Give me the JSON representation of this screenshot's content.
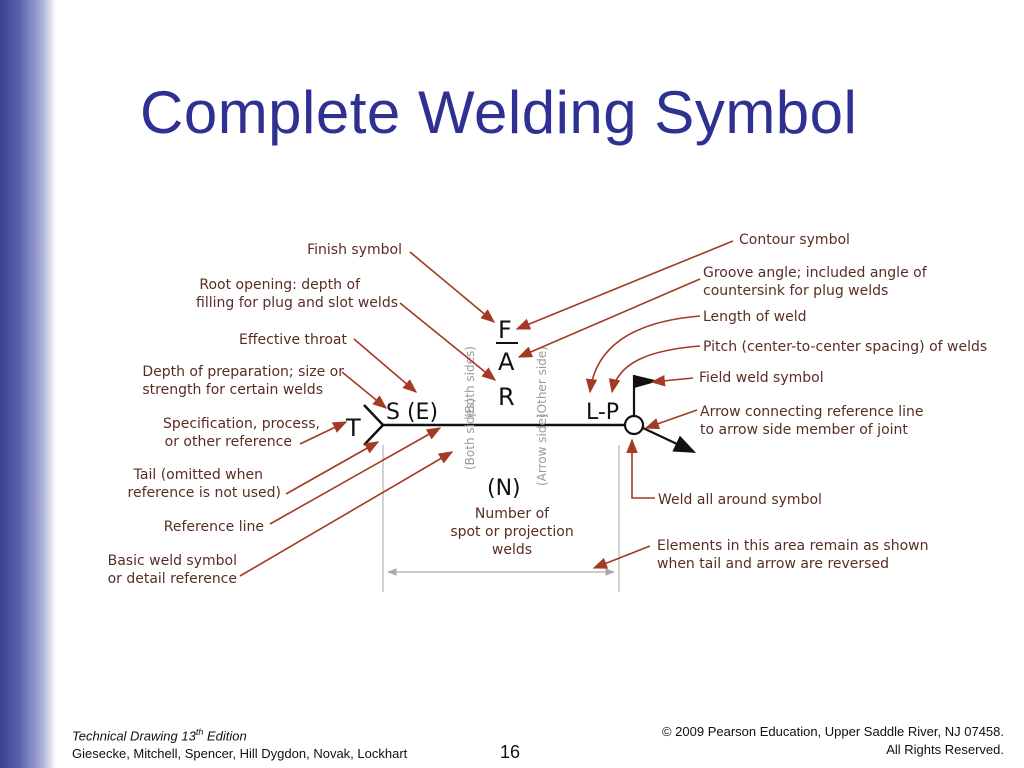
{
  "slide": {
    "title": "Complete Welding Symbol",
    "page_number": "16"
  },
  "footer": {
    "book_title": "Technical Drawing  13",
    "book_edition_sup": "th",
    "book_edition_tail": " Edition",
    "authors": "Giesecke, Mitchell, Spencer, Hill Dygdon, Novak, Lockhart",
    "copyright": "© 2009 Pearson Education, Upper Saddle River, NJ 07458.",
    "rights": "All Rights Reserved."
  },
  "colors": {
    "title": "#2e3192",
    "label_text": "#5a2d24",
    "leader_arrow": "#a33a23",
    "symbol": "#111111"
  },
  "symbol": {
    "F": "F",
    "A": "A",
    "R": "R",
    "S_E": "S (E)",
    "T": "T",
    "L_P": "L-P",
    "N": "(N)"
  },
  "side_notes": {
    "both_sides": "(Both sides)",
    "other_side": "(Other side)",
    "arrow_side": "(Arrow side)"
  },
  "labels_left": {
    "finish_symbol": "Finish symbol",
    "root_opening_1": "Root opening: depth of",
    "root_opening_2": "filling for plug and slot welds",
    "effective_throat": "Effective throat",
    "depth_prep_1": "Depth of preparation; size or",
    "depth_prep_2": "strength for certain welds",
    "specification_1": "Specification, process,",
    "specification_2": "or other reference",
    "tail_1": "Tail (omitted when",
    "tail_2": "reference is not used)",
    "reference_line": "Reference line",
    "basic_weld_1": "Basic weld symbol",
    "basic_weld_2": "or detail reference"
  },
  "labels_right": {
    "contour_symbol": "Contour symbol",
    "groove_angle_1": "Groove angle; included angle of",
    "groove_angle_2": "countersink for plug welds",
    "length_of_weld": "Length of weld",
    "pitch": "Pitch (center-to-center spacing) of welds",
    "field_weld": "Field weld symbol",
    "arrow_connecting_1": "Arrow connecting reference line",
    "arrow_connecting_2": "to arrow side member of joint",
    "weld_all_around": "Weld all around symbol",
    "elements_area_1": "Elements in this area remain as shown",
    "elements_area_2": "when tail and arrow are reversed"
  },
  "labels_center": {
    "number_spot_1": "Number of",
    "number_spot_2": "spot or projection",
    "number_spot_3": "welds"
  }
}
